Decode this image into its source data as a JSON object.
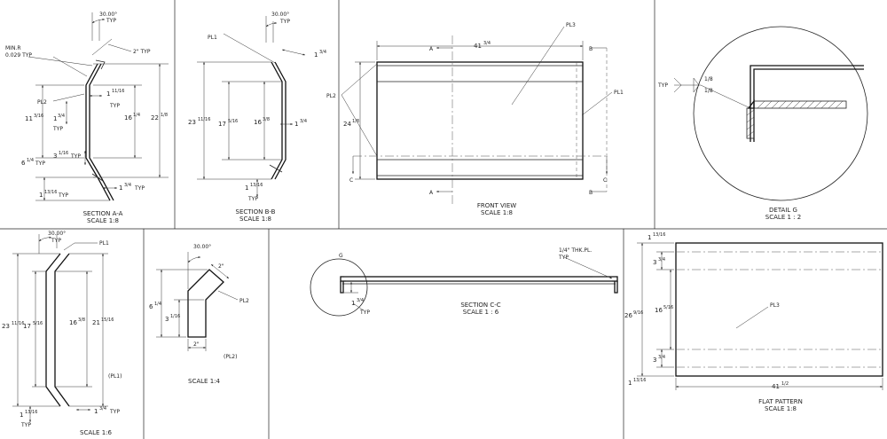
{
  "section_aa": {
    "angle": "30.00°",
    "angle_typ": "TYP",
    "min_r": "MIN.R",
    "min_r_val": "0.029 TYP",
    "pl2": "PL2",
    "len_2_typ": "2\" TYP",
    "h_11": "11",
    "h_11_frac": "3/16",
    "h_1_34": "1",
    "h_1_34_frac": "3/4",
    "typ_a": "TYP",
    "h_6": "6",
    "h_6_frac": "1/4",
    "h_6_typ": "TYP",
    "h_3": "3",
    "h_3_frac": "1/16",
    "h_3_typ": "TYP",
    "h_1_13": "1",
    "h_1_13_frac": "13/16",
    "h_1_13_typ": "TYP",
    "w_1_11": "1",
    "w_1_11_frac": "11/16",
    "w_1_11_typ": "TYP",
    "h_16": "16",
    "h_16_frac": "1/4",
    "h_22": "22",
    "h_22_frac": "1/8",
    "w_1_34b": "1",
    "w_1_34b_frac": "3/4",
    "w_1_34b_typ": "TYP",
    "title": "SECTION A-A",
    "scale": "SCALE 1:8"
  },
  "section_bb": {
    "angle": "30.00°",
    "angle_typ": "TYP",
    "pl1": "PL1",
    "w_1_34": "1",
    "w_1_34_frac": "3/4",
    "h_23": "23",
    "h_23_frac": "11/16",
    "h_17": "17",
    "h_17_frac": "5/16",
    "h_16": "16",
    "h_16_frac": "3/8",
    "w_1_34b": "1",
    "w_1_34b_frac": "3/4",
    "h_1_13": "1",
    "h_1_13_frac": "13/16",
    "h_1_13_typ": "TYP",
    "title": "SECTION B-B",
    "scale": "SCALE 1:8"
  },
  "front_view": {
    "pl3": "PL3",
    "pl2": "PL2",
    "pl1": "PL1",
    "sec_a": "A",
    "sec_b": "B",
    "sec_c": "C",
    "w_41": "41",
    "w_41_frac": "3/4",
    "h_24": "24",
    "h_24_frac": "1/8",
    "title": "FRONT VIEW",
    "scale": "SCALE 1:8"
  },
  "detail_g": {
    "typ": "TYP",
    "weld1": "1/8",
    "weld2": "1/8",
    "title": "DETAIL G",
    "scale": "SCALE 1 : 2"
  },
  "pl1_view": {
    "angle": "30.00°",
    "angle_typ": "TYP",
    "pl1": "PL1",
    "h_23": "23",
    "h_23_frac": "11/16",
    "h_17": "17",
    "h_17_frac": "5/16",
    "h_16": "16",
    "h_16_frac": "3/8",
    "h_21": "21",
    "h_21_frac": "15/16",
    "label": "(PL1)",
    "h_1_13": "1",
    "h_1_13_frac": "13/16",
    "h_1_13_typ": "TYP",
    "w_1_34": "1",
    "w_1_34_frac": "3/4",
    "w_1_34_typ": "TYP",
    "scale": "SCALE 1:6"
  },
  "pl2_view": {
    "angle": "30.00°",
    "len_2": "2\"",
    "pl2": "PL2",
    "h_6": "6",
    "h_6_frac": "1/4",
    "h_3": "3",
    "h_3_frac": "1/16",
    "w_2": "2\"",
    "label": "(PL2)",
    "scale": "SCALE 1:4"
  },
  "section_cc": {
    "g": "G",
    "thk": "1/4\" THK.PL.",
    "thk_typ": "TYP",
    "h_1_34": "1",
    "h_1_34_frac": "3/4",
    "h_1_34_typ": "TYP",
    "title": "SECTION C-C",
    "scale": "SCALE 1 : 6"
  },
  "flat_pattern": {
    "pl3": "PL3",
    "top_1_13": "1",
    "top_1_13_frac": "13/16",
    "d_3_34a": "3",
    "d_3_34a_frac": "3/4",
    "d_16": "16",
    "d_16_frac": "5/16",
    "h_26": "26",
    "h_26_frac": "9/16",
    "d_3_34b": "3",
    "d_3_34b_frac": "3/4",
    "bot_1_13": "1",
    "bot_1_13_frac": "13/16",
    "w_41": "41",
    "w_41_frac": "1/2",
    "title": "FLAT PATTERN",
    "scale": "SCALE 1:8"
  }
}
